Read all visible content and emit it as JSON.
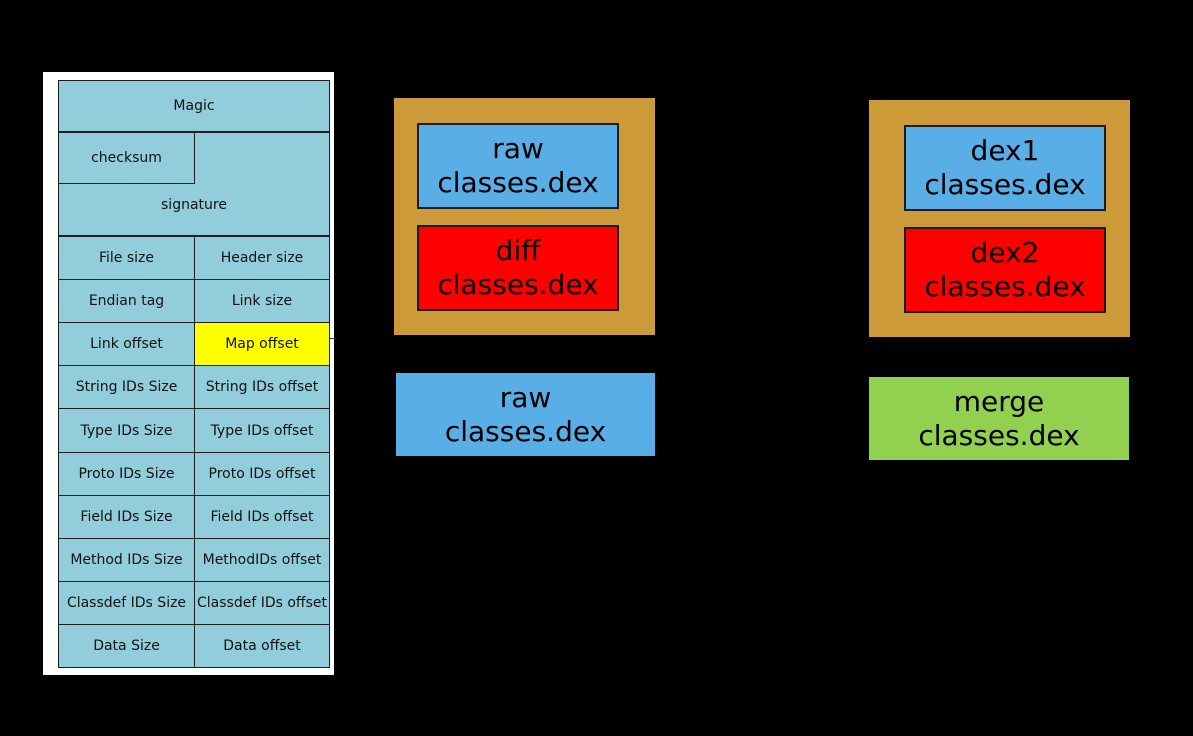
{
  "dex_header": {
    "magic": "Magic",
    "checksum": "checksum",
    "signature": "signature",
    "rows": [
      [
        "File size",
        "Header size"
      ],
      [
        "Endian tag",
        "Link size"
      ],
      [
        "Link offset",
        "Map offset"
      ],
      [
        "String IDs Size",
        "String IDs offset"
      ],
      [
        "Type IDs Size",
        "Type IDs offset"
      ],
      [
        "Proto IDs Size",
        "Proto IDs offset"
      ],
      [
        "Field IDs Size",
        "Field IDs offset"
      ],
      [
        "Method IDs Size",
        "MethodIDs offset"
      ],
      [
        "Classdef IDs Size",
        "Classdef IDs offset"
      ],
      [
        "Data Size",
        "Data offset"
      ]
    ],
    "highlight_color": "#ffff00"
  },
  "diff_group": {
    "raw": {
      "line1": "raw",
      "line2": "classes.dex"
    },
    "diff": {
      "line1": "diff",
      "line2": "classes.dex"
    },
    "result": {
      "line1": "raw",
      "line2": "classes.dex"
    }
  },
  "merge_group": {
    "dex1": {
      "line1": "dex1",
      "line2": "classes.dex"
    },
    "dex2": {
      "line1": "dex2",
      "line2": "classes.dex"
    },
    "result": {
      "line1": "merge",
      "line2": "classes.dex"
    }
  },
  "colors": {
    "container": "#cd9a3a",
    "blue": "#5aaee6",
    "red": "#ff0000",
    "green": "#92d050",
    "table": "#92cddc"
  }
}
